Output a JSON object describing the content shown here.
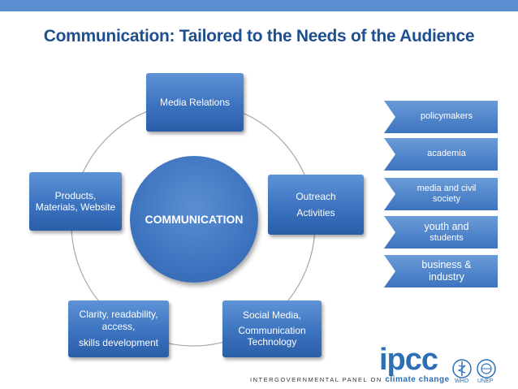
{
  "title": "Communication: Tailored to the Needs of the Audience",
  "center_label": "COMMUNICATION",
  "nodes": {
    "media_relations": [
      "Media Relations"
    ],
    "outreach": [
      "Outreach",
      "Activities"
    ],
    "social_media": [
      "Social Media,",
      "Communication",
      "Technology"
    ],
    "clarity": [
      "Clarity, readability,",
      "access,",
      "skills development"
    ],
    "products": [
      "Products,",
      "Materials, Website"
    ]
  },
  "audiences": [
    [
      "policymakers"
    ],
    [
      "academia"
    ],
    [
      "media and civil",
      "society"
    ],
    [
      "youth and",
      "students"
    ],
    [
      "business &",
      "industry"
    ]
  ],
  "footer": {
    "logo_text": "ipcc",
    "org_prefix": "INTERGOVERNMENTAL PANEL ON",
    "org_emph": "climate change",
    "who_label": "WHO",
    "unep_label": "UNEP"
  },
  "colors": {
    "title": "#1f4f8f",
    "node_fill": "#3c73bf",
    "top_bar": "#5b8fd1"
  }
}
